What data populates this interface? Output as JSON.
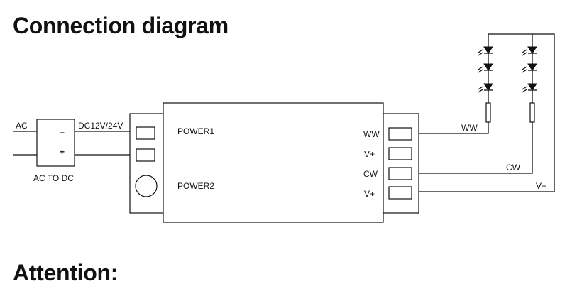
{
  "headings": {
    "connection": "Connection diagram",
    "attention": "Attention:"
  },
  "labels": {
    "ac": "AC",
    "minus": "−",
    "plus": "+",
    "dc_voltage": "DC12V/24V",
    "ac_to_dc": "AC TO DC",
    "power1": "POWER1",
    "power2": "POWER2",
    "term_ww": "WW",
    "term_v1": "V+",
    "term_cw": "CW",
    "term_v2": "V+",
    "wire_ww": "WW",
    "wire_cw": "CW",
    "wire_v": "V+"
  }
}
